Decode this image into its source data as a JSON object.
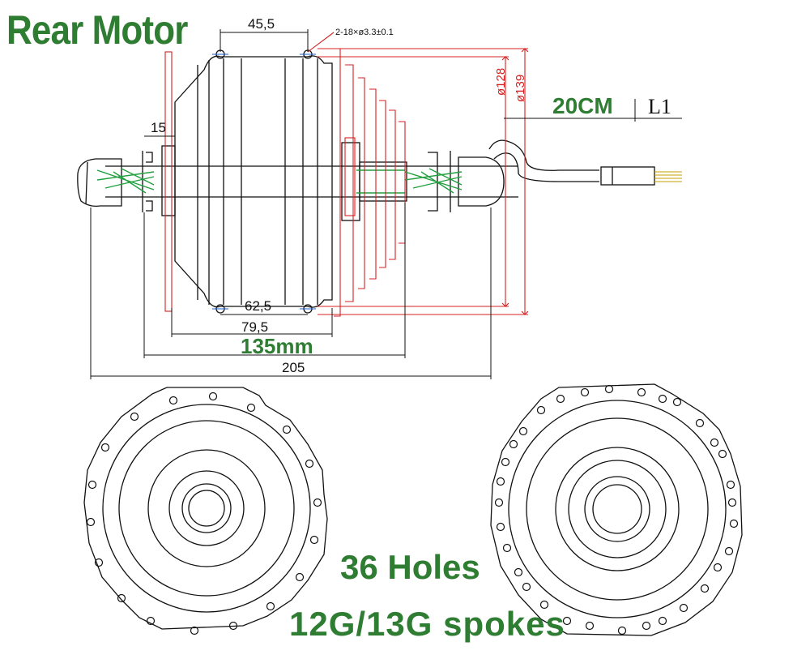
{
  "title": "Rear Motor",
  "labels": {
    "cable_length": "20CM",
    "connector": "L1",
    "axle_width": "135mm",
    "holes": "36 Holes",
    "spokes": "12G/13G  spokes"
  },
  "dimensions": {
    "top_width": "45,5",
    "hole_spec": "2-18×ø3.3±0.1",
    "diameter_inner": "ø128",
    "diameter_outer": "ø139",
    "left_offset": "15",
    "bottom_inner": "62,5",
    "bottom_mid": "79,5",
    "total_width": "205"
  },
  "colors": {
    "outline": "#111111",
    "dimension_red": "#d42020",
    "accent_green": "#2e7d32",
    "axle_green": "#22a040"
  }
}
